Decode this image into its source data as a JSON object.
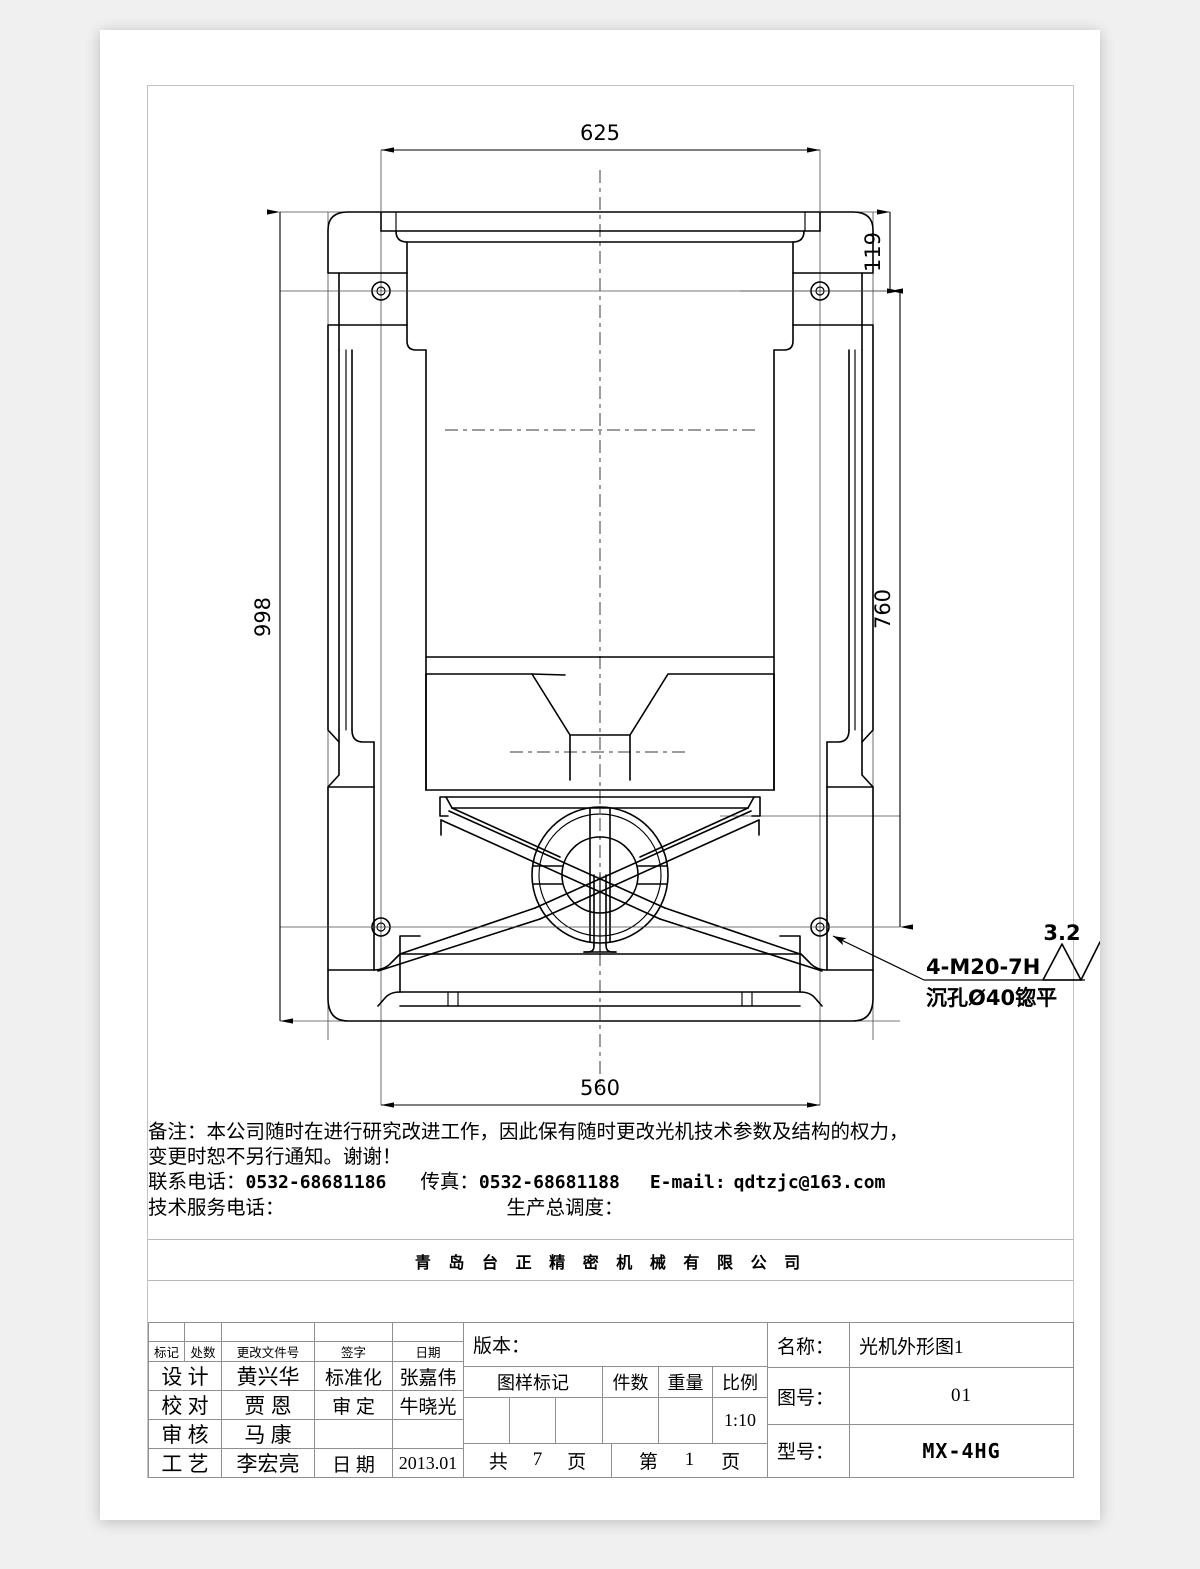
{
  "document": {
    "type": "engineering-drawing",
    "company": "青 岛 台 正 精 密 机 械 有 限 公 司"
  },
  "drawing": {
    "dimensions": {
      "top_width": "625",
      "left_height": "998",
      "right_upper": "119",
      "right_lower": "760",
      "bottom_width": "560"
    },
    "annotations": {
      "hole_callout_line1": "4-M20-7H",
      "hole_callout_line2": "沉孔Ø40锪平",
      "surface_finish": "3.2"
    }
  },
  "notes": {
    "line1": "备注：本公司随时在进行研究改进工作，因此保有随时更改光机技术参数及结构的权力，",
    "line2": "变更时恕不另行通知。谢谢！",
    "phone_label": "联系电话：",
    "phone_value": "0532-68681186",
    "fax_label": "传真：",
    "fax_value": "0532-68681188",
    "email_label": "E-mail:",
    "email_value": "qdtzjc@163.com",
    "service_label": "技术服务电话：",
    "dispatch_label": "生产总调度："
  },
  "title_block": {
    "revision_headers": [
      "标记",
      "处数",
      "更改文件号",
      "签字",
      "日期"
    ],
    "roles": [
      {
        "role": "设  计",
        "name": "黄兴华",
        "role2": "标准化",
        "name2": "张嘉伟"
      },
      {
        "role": "校  对",
        "name": "贾    恩",
        "role2": "审   定",
        "name2": "牛晓光"
      },
      {
        "role": "审  核",
        "name": "马    康",
        "role2": "",
        "name2": ""
      },
      {
        "role": "工  艺",
        "name": "李宏亮",
        "role2": "日    期",
        "name2": "2013.01"
      }
    ],
    "version_label": "版本：",
    "version_value": "",
    "mid_headers": [
      "图样标记",
      "件数",
      "重量",
      "比例"
    ],
    "mid_values": [
      "",
      "",
      "",
      "",
      "",
      ""
    ],
    "scale": "1:10",
    "page_total_prefix": "共",
    "page_total": "7",
    "page_total_suffix": "页",
    "page_current_prefix": "第",
    "page_current": "1",
    "page_current_suffix": "页",
    "name_label": "名称：",
    "name_value": "光机外形图1",
    "drawing_no_label": "图号：",
    "drawing_no_value": "01",
    "model_label": "型号：",
    "model_value": "MX-4HG"
  }
}
